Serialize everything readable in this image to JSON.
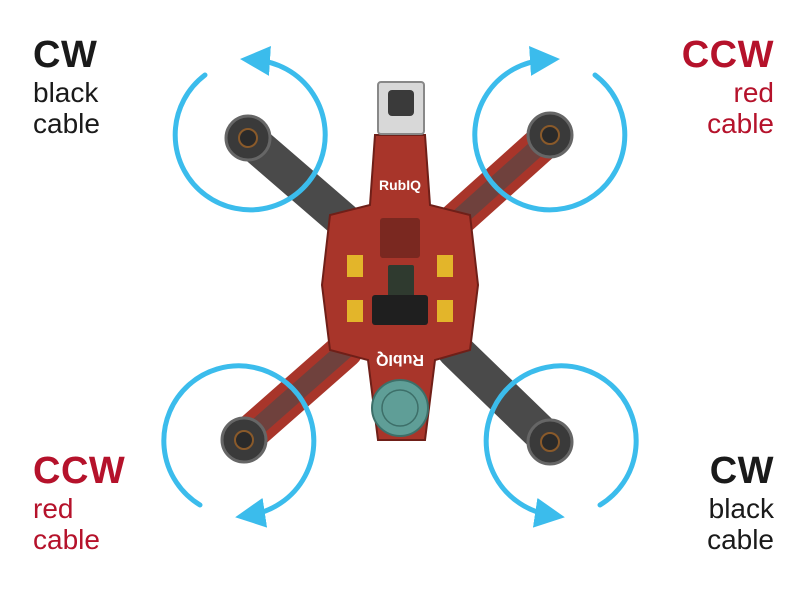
{
  "colors": {
    "cw": "#1a1a1a",
    "ccw": "#b5122b",
    "arrow": "#3bbcec",
    "board": "#a8352a",
    "arm": "#4a4a4a",
    "motor": "#3a3a3a",
    "battery": "#5f9e97"
  },
  "motors": {
    "top_left": {
      "direction": "CW",
      "cable": "black",
      "line1": "black",
      "line2": "cable"
    },
    "top_right": {
      "direction": "CCW",
      "cable": "red",
      "line1": "red",
      "line2": "cable"
    },
    "bottom_left": {
      "direction": "CCW",
      "cable": "red",
      "line1": "red",
      "line2": "cable"
    },
    "bottom_right": {
      "direction": "CW",
      "cable": "black",
      "line1": "black",
      "line2": "cable"
    }
  },
  "board": {
    "logo_top": "RubIQ",
    "logo_bottom": "RubIQ"
  },
  "icons": {
    "rotation": "rotation-arrow-icon",
    "motor": "motor-icon",
    "camera": "camera-icon",
    "battery": "battery-cell-icon"
  }
}
